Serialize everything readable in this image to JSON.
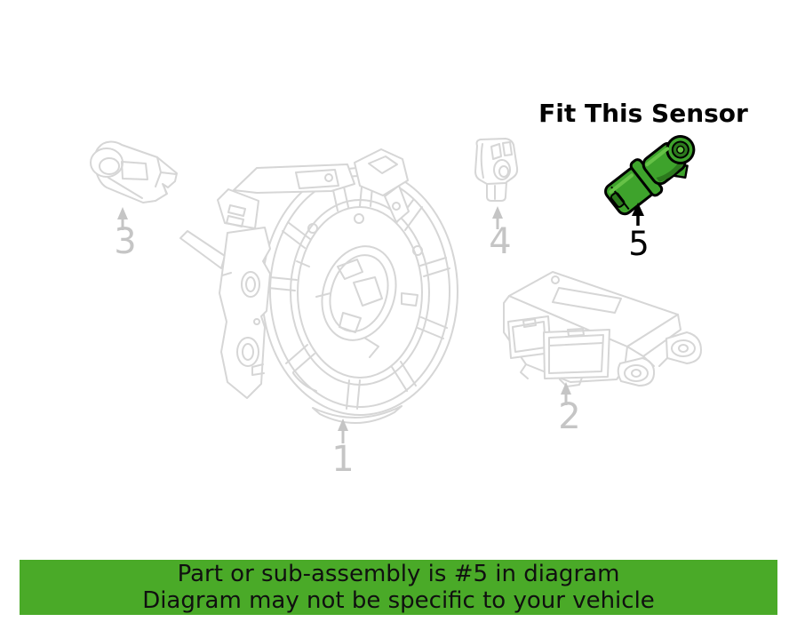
{
  "title": "Fit This Sensor",
  "diagram": {
    "highlighted_part": {
      "label": "5"
    },
    "parts": [
      {
        "label": "1"
      },
      {
        "label": "2"
      },
      {
        "label": "3"
      },
      {
        "label": "4"
      }
    ]
  },
  "banner": {
    "line1": "Part or sub-assembly is #5 in diagram",
    "line2": "Diagram may not be specific to your vehicle"
  },
  "colors": {
    "highlight_green": "#3ea32c",
    "highlight_green_dark": "#2c7a1d",
    "outline_black": "#000000",
    "banner_green": "#4aaa28",
    "banner_text": "#101010",
    "lineart_gray": "#d6d6d6",
    "callout_gray": "#c5c5c5",
    "background": "#ffffff"
  }
}
